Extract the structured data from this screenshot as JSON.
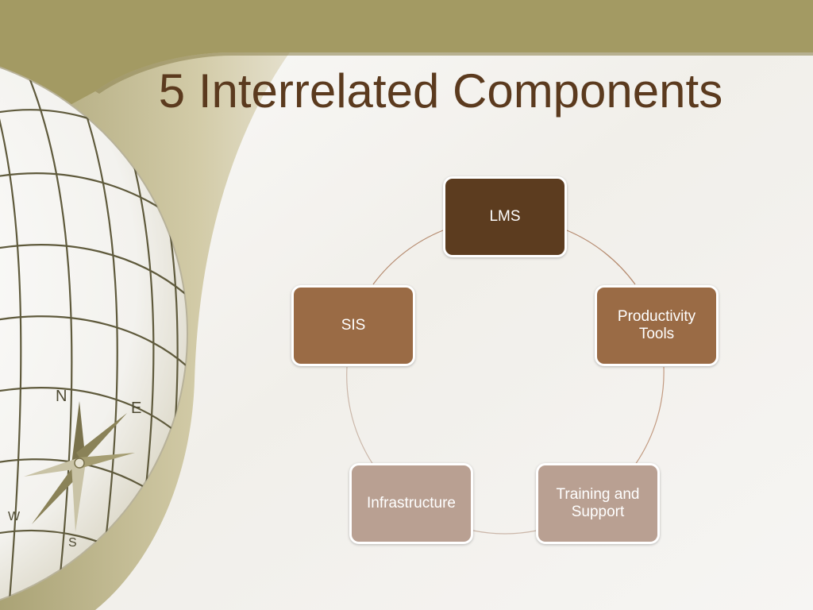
{
  "slide": {
    "title": "5 Interrelated Components"
  },
  "diagram": {
    "type": "cycle",
    "nodes": [
      {
        "id": "lms",
        "label": "LMS",
        "color": "#5c3c1f"
      },
      {
        "id": "productivity-tools",
        "label": "Productivity Tools",
        "color": "#9a6b45"
      },
      {
        "id": "training-and-support",
        "label": "Training and Support",
        "color": "#b9a092"
      },
      {
        "id": "infrastructure",
        "label": "Infrastructure",
        "color": "#b9a092"
      },
      {
        "id": "sis",
        "label": "SIS",
        "color": "#9a6b45"
      }
    ],
    "edges": [
      [
        "lms",
        "productivity-tools"
      ],
      [
        "productivity-tools",
        "training-and-support"
      ],
      [
        "training-and-support",
        "infrastructure"
      ],
      [
        "infrastructure",
        "sis"
      ],
      [
        "sis",
        "lms"
      ]
    ]
  },
  "theme": {
    "title_color": "#5b3a1e",
    "band_color": "#a39a63",
    "globe_line_color": "#5f5a3c",
    "connector_color": "#b58a6e"
  }
}
